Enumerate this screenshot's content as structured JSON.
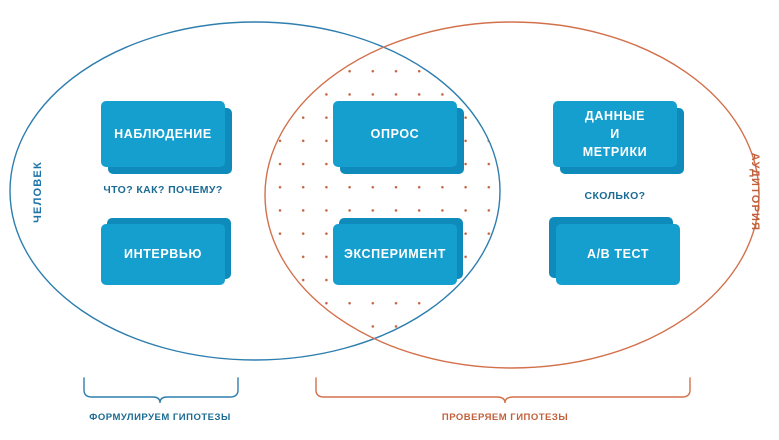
{
  "diagram": {
    "title": "Research methods Venn diagram",
    "colors": {
      "circle_left": "#2E7EAE",
      "circle_right": "#D2714C",
      "card_face": "#159FCE",
      "card_shadow": "#0E8BBA",
      "caption_blue": "#1C6B94",
      "label_orange": "#C2603C",
      "dot": "#C2603C",
      "background": "#FFFFFF"
    },
    "sets": {
      "left": {
        "label": "ЧЕЛОВЕК"
      },
      "right": {
        "label": "АУДИТОРИЯ"
      }
    },
    "cards": [
      {
        "id": "nabludenie",
        "label": "НАБЛЮДЕНИЕ",
        "region": "left",
        "shadow": "down-right"
      },
      {
        "id": "intervyu",
        "label": "ИНТЕРВЬЮ",
        "region": "left",
        "shadow": "up-right"
      },
      {
        "id": "opros",
        "label": "ОПРОС",
        "region": "center",
        "shadow": "down-right"
      },
      {
        "id": "eksperiment",
        "label": "ЭКСПЕРИМЕНТ",
        "region": "center",
        "shadow": "up-right"
      },
      {
        "id": "dannye-i-metriki",
        "label": "ДАННЫЕ\nИ\nМЕТРИКИ",
        "label_lines": [
          "ДАННЫЕ",
          "И",
          "МЕТРИКИ"
        ],
        "region": "right",
        "shadow": "down-right"
      },
      {
        "id": "ab-test",
        "label": "A/B ТЕСТ",
        "region": "right",
        "shadow": "up-left"
      }
    ],
    "captions": [
      {
        "id": "left-caption",
        "text": "ЧТО? КАК? ПОЧЕМУ?"
      },
      {
        "id": "right-caption",
        "text": "СКОЛЬКО?"
      }
    ],
    "braces": [
      {
        "id": "brace-left",
        "text": "ФОРМУЛИРУЕМ ГИПОТЕЗЫ",
        "color": "blue"
      },
      {
        "id": "brace-right",
        "text": "ПРОВЕРЯЕМ ГИПОТЕЗЫ",
        "color": "orange"
      }
    ]
  }
}
